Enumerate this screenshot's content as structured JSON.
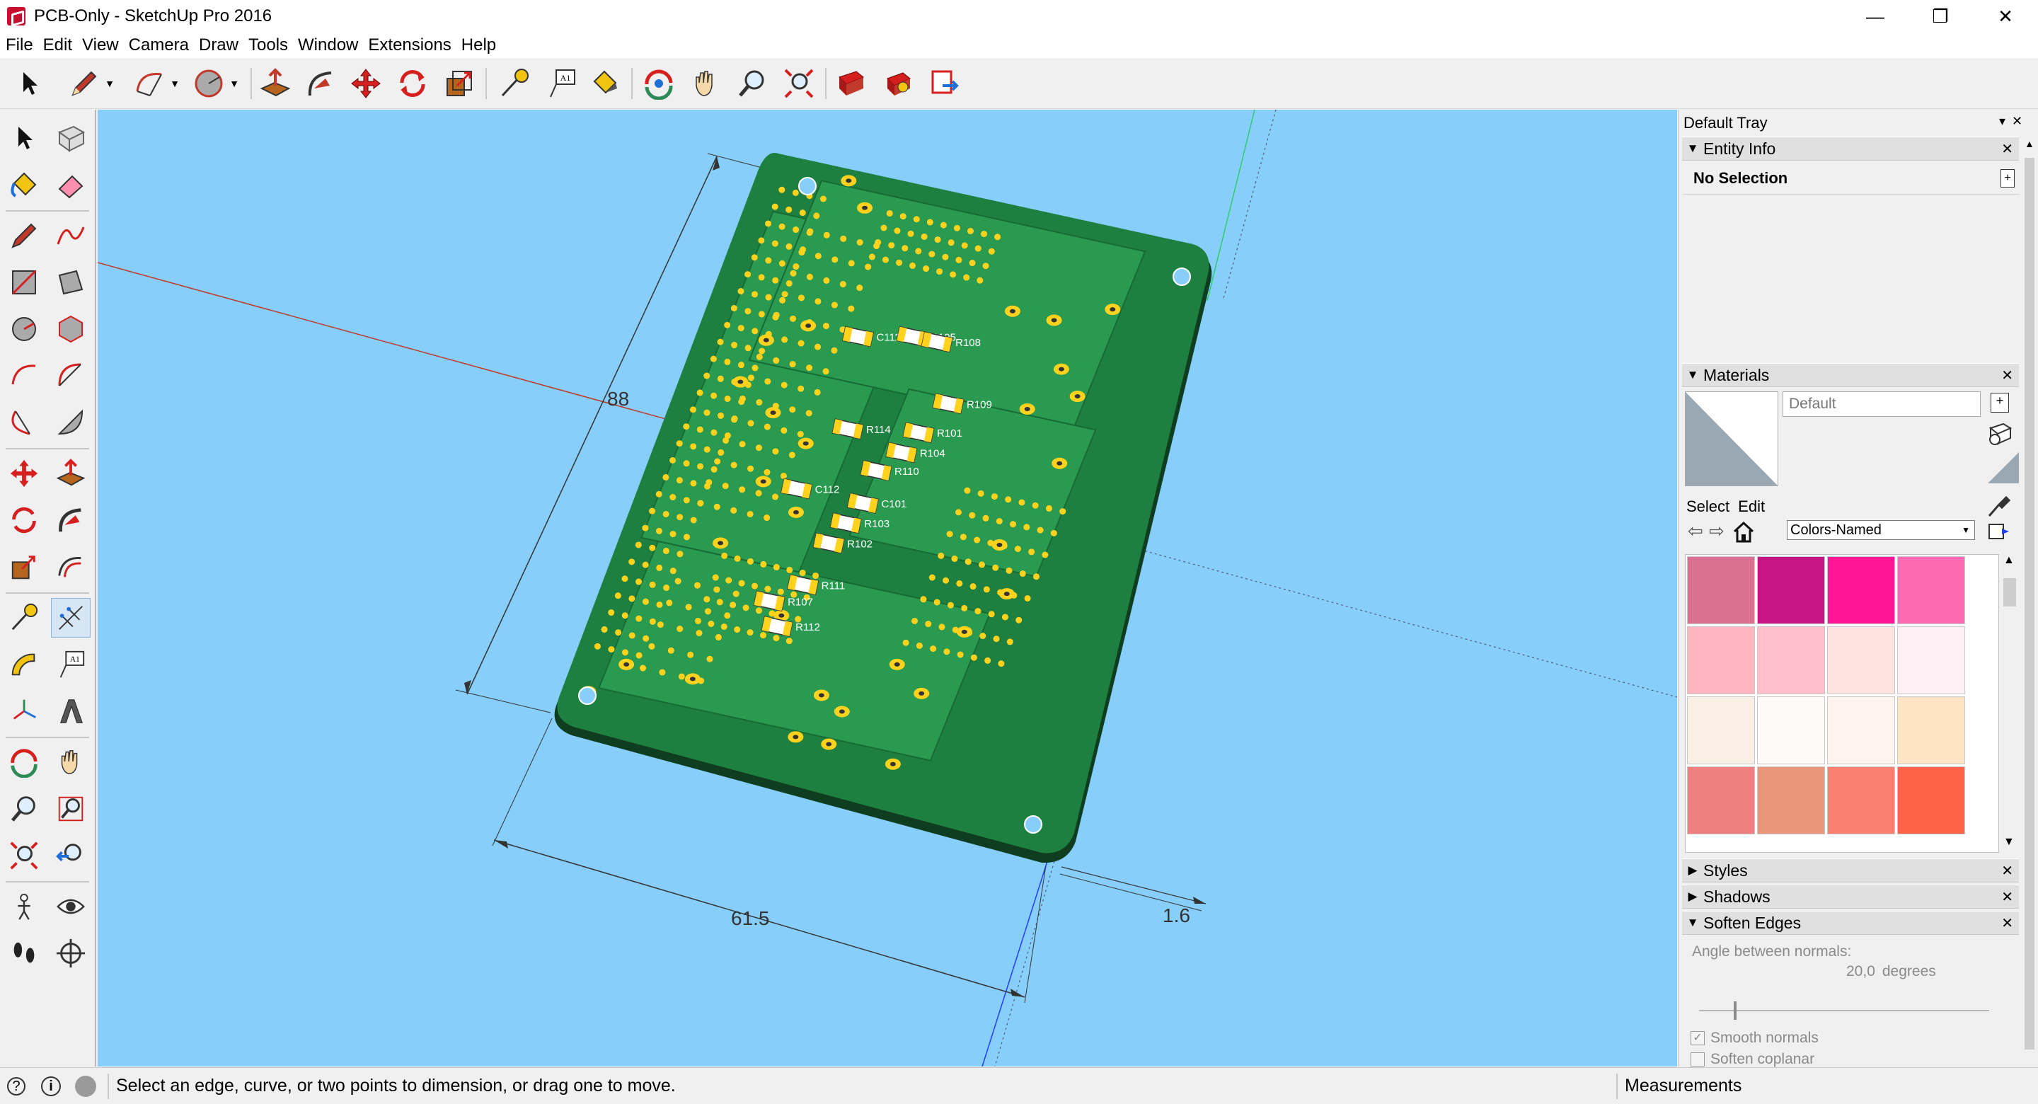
{
  "window": {
    "title": "PCB-Only - SketchUp Pro 2016",
    "minimize": "—",
    "restore": "❐",
    "close": "✕"
  },
  "menu": [
    "File",
    "Edit",
    "View",
    "Camera",
    "Draw",
    "Tools",
    "Window",
    "Extensions",
    "Help"
  ],
  "toolbar": {
    "icons": [
      "select-icon",
      "pencil-icon",
      "arc-icon",
      "circle-icon",
      "push-pull-icon",
      "follow-me-icon",
      "move-icon",
      "rotate-icon",
      "scale-icon",
      "tape-measure-icon",
      "text-icon",
      "paint-bucket-icon",
      "orbit-icon",
      "pan-icon",
      "zoom-icon",
      "zoom-extents-icon",
      "3d-warehouse-icon",
      "extension-warehouse-icon",
      "layout-icon"
    ],
    "text_tool_label": "A1"
  },
  "left_toolbar": {
    "text_tool_label": "A1"
  },
  "viewport": {
    "dimensions": {
      "length": "88",
      "width": "61.5",
      "thickness": "1.6"
    },
    "component_labels": [
      "C111",
      "R105",
      "R108",
      "R109",
      "R101",
      "R104",
      "R114",
      "C112",
      "R110",
      "C101",
      "R103",
      "R102",
      "R111",
      "R107",
      "R112"
    ],
    "colors": {
      "background": "#87CEFA",
      "board": "#1E8040",
      "board_edge": "#0F3D1F",
      "pads": "#FFD21E",
      "axis_red": "#C0392B",
      "axis_green": "#2ECC71",
      "axis_blue": "#1F3FFF"
    }
  },
  "tray": {
    "title": "Default Tray",
    "entity_info": {
      "label": "Entity Info",
      "selection": "No Selection"
    },
    "materials": {
      "label": "Materials",
      "name_field": "Default",
      "tabs": [
        "Select",
        "Edit"
      ],
      "library": "Colors-Named",
      "swatches": [
        "#DB7093",
        "#C71585",
        "#FF1493",
        "#FF69B4",
        "#FFB6C1",
        "#FFC0CB",
        "#FFE4E1",
        "#FFF0F5",
        "#FAF0E6",
        "#FFFAFA",
        "#FFF5EE",
        "#FFE4C4",
        "#F08080",
        "#E9967A",
        "#FA8072",
        "#FF6347"
      ]
    },
    "styles": {
      "label": "Styles"
    },
    "shadows": {
      "label": "Shadows"
    },
    "soften_edges": {
      "label": "Soften Edges",
      "angle_label": "Angle between normals:",
      "angle_value": "20,0",
      "angle_unit": "degrees",
      "angle_slider_fraction": 0.12,
      "smooth_normals": {
        "label": "Smooth normals",
        "checked": true
      },
      "soften_coplanar": {
        "label": "Soften coplanar",
        "checked": false
      }
    }
  },
  "status": {
    "hint": "Select an edge, curve, or two points to dimension, or drag one to move.",
    "measurements_label": "Measurements"
  }
}
